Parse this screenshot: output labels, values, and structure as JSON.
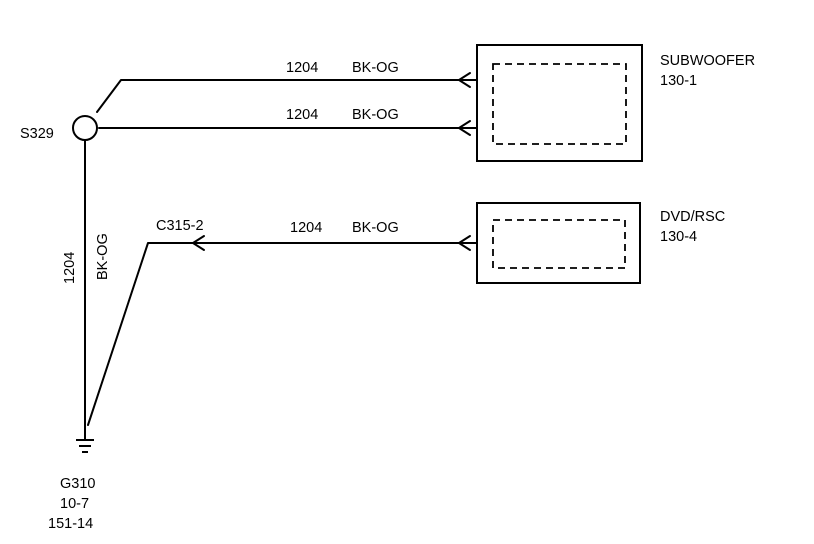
{
  "splice": {
    "id": "S329"
  },
  "ground": {
    "id": "G310",
    "ref_1": "10-7",
    "ref_2": "151-14"
  },
  "connector": {
    "id": "C315-2"
  },
  "wires": [
    {
      "circuit": "1204",
      "color": "BK-OG"
    },
    {
      "circuit": "1204",
      "color": "BK-OG"
    },
    {
      "circuit": "1204",
      "color": "BK-OG"
    },
    {
      "circuit": "1204",
      "color": "BK-OG"
    }
  ],
  "components": [
    {
      "name": "SUBWOOFER",
      "ref": "130-1"
    },
    {
      "name": "DVD/RSC",
      "ref": "130-4"
    }
  ]
}
